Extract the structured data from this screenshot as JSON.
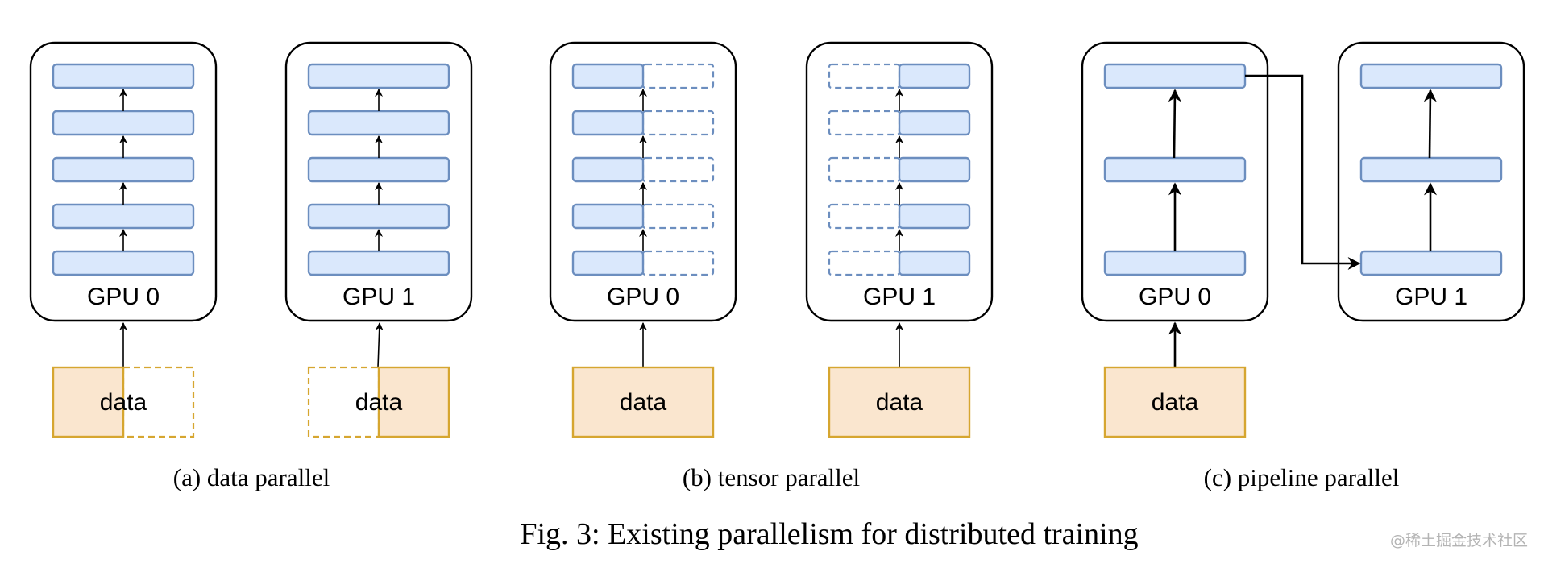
{
  "colors": {
    "layer_fill": "#dae8fc",
    "layer_stroke": "#6c8ebf",
    "data_fill": "#fae6cf",
    "data_stroke": "#d6a630",
    "box_stroke": "#000000"
  },
  "panels": [
    {
      "caption": "(a) data parallel",
      "gpus": [
        {
          "label": "GPU 0",
          "data_label": "data",
          "data_shard": "left"
        },
        {
          "label": "GPU 1",
          "data_label": "data",
          "data_shard": "right"
        }
      ]
    },
    {
      "caption": "(b) tensor parallel",
      "gpus": [
        {
          "label": "GPU 0",
          "data_label": "data",
          "layer_shard": "left"
        },
        {
          "label": "GPU 1",
          "data_label": "data",
          "layer_shard": "right"
        }
      ]
    },
    {
      "caption": "(c) pipeline parallel",
      "gpus": [
        {
          "label": "GPU 0",
          "data_label": "data"
        },
        {
          "label": "GPU 1"
        }
      ]
    }
  ],
  "figure_caption": "Fig. 3: Existing parallelism for distributed training",
  "watermark": "@稀土掘金技术社区"
}
